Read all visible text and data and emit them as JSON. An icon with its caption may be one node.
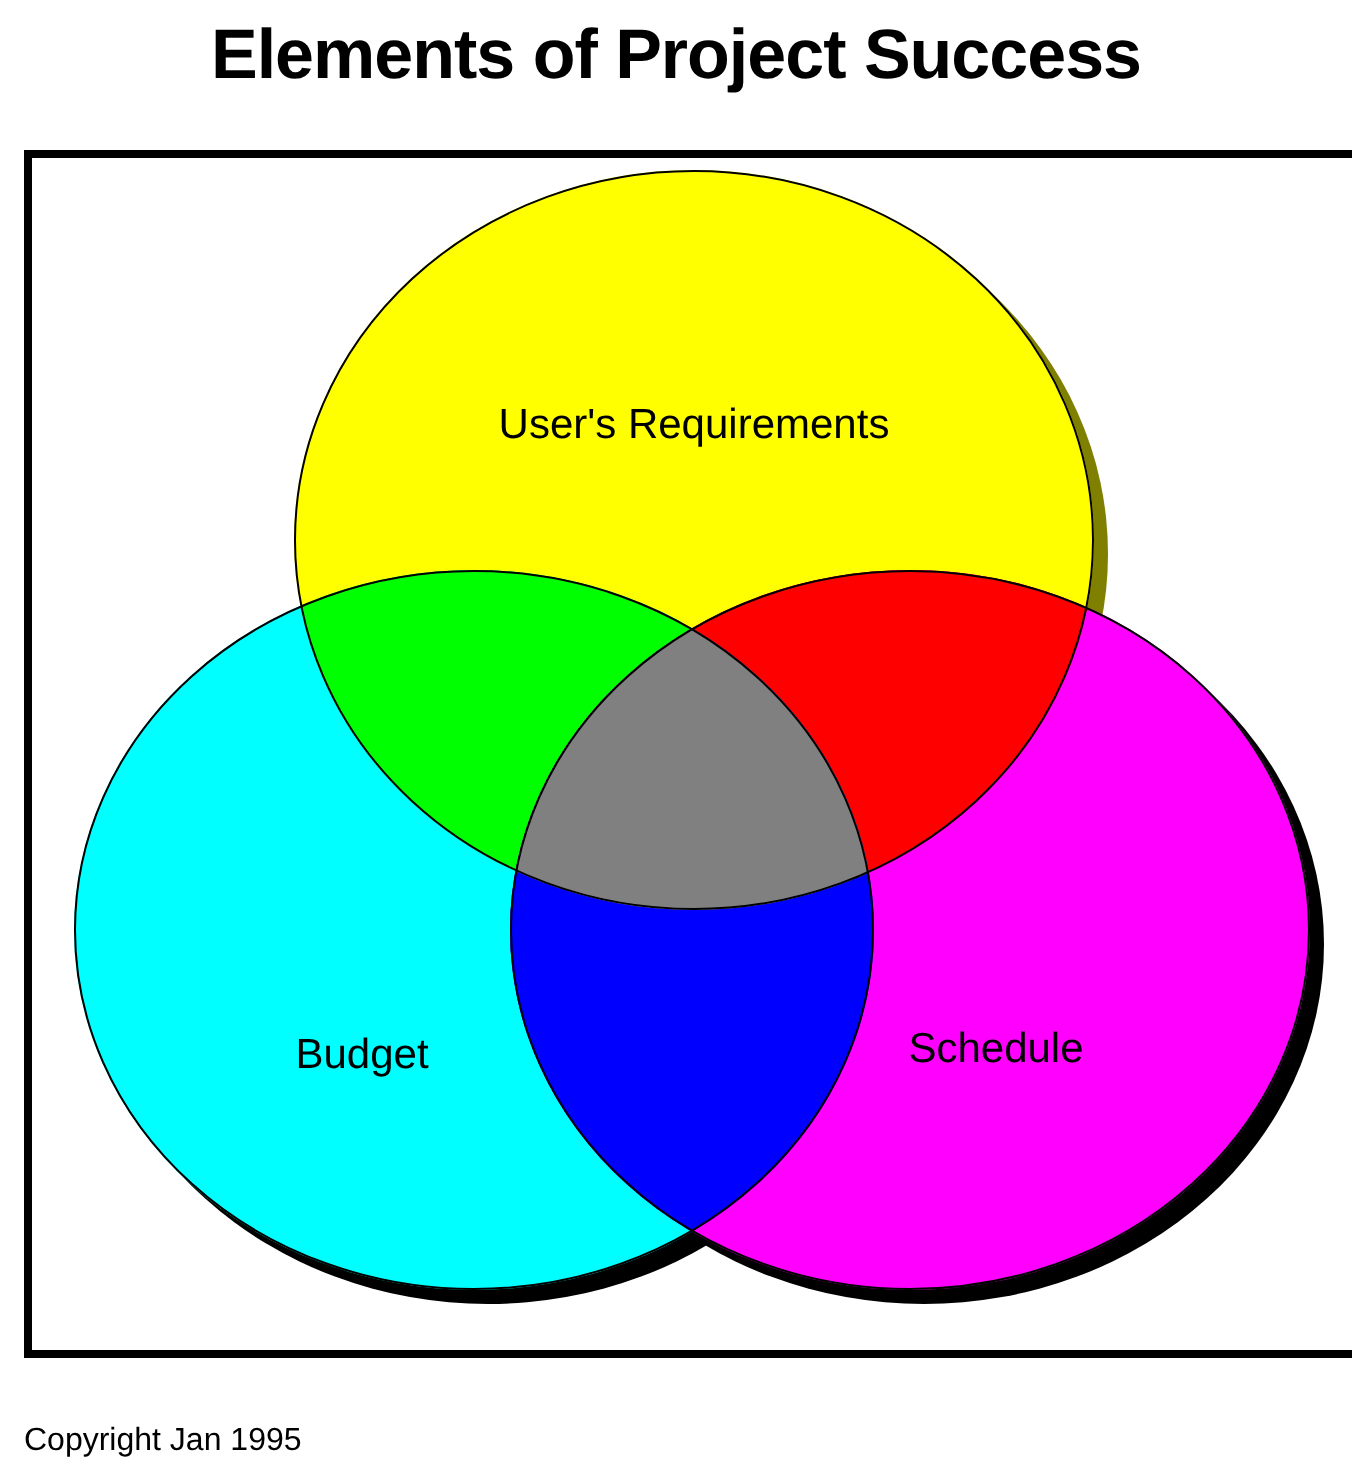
{
  "diagram": {
    "title": "Elements of Project Success",
    "nodes": [
      {
        "text": [
          "User's Requirements"
        ]
      },
      {
        "text": [
          "Budget"
        ]
      },
      {
        "text": [
          "Schedule"
        ]
      }
    ],
    "labels": [
      "Copyright Jan 1995"
    ]
  }
}
